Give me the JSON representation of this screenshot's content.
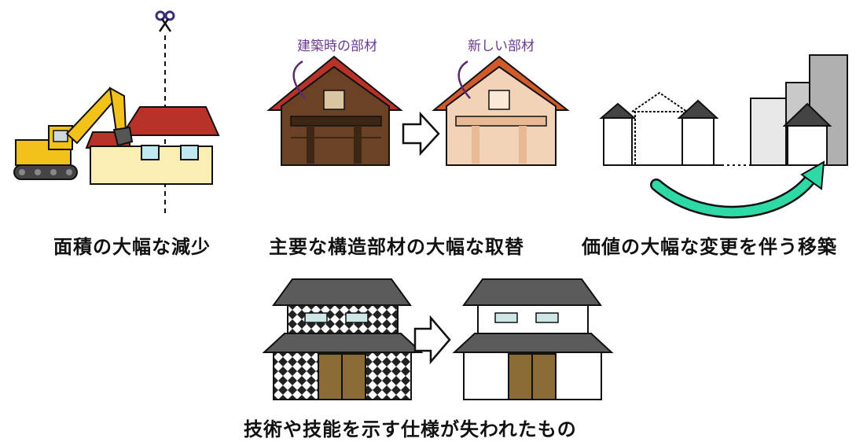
{
  "panels": {
    "area_reduction": {
      "caption": "面積の大幅な減少"
    },
    "member_replacement": {
      "caption": "主要な構造部材の大幅な取替",
      "label_before": "建築時の部材",
      "label_after": "新しい部材"
    },
    "relocation": {
      "caption": "価値の大幅な変更を伴う移築"
    },
    "lost_technique": {
      "caption": "技術や技能を示す仕様が失われたもの"
    }
  },
  "colors": {
    "roof_red": "#b8322a",
    "excavator_yellow": "#f2c21a",
    "arrow_teal": "#2fd9a6",
    "label_purple": "#6a3a8c",
    "roof_grey": "#5b5b5b"
  }
}
